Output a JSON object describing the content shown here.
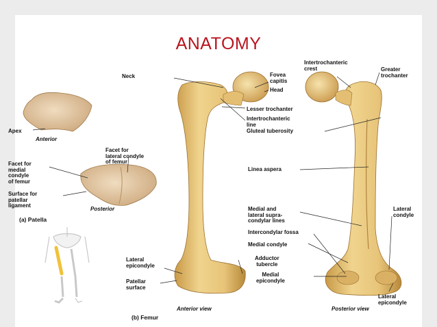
{
  "slide": {
    "title": "ANATOMY"
  },
  "patella": {
    "labels": {
      "apex": "Apex",
      "anterior": "Anterior",
      "facet_lateral_1": "Facet for",
      "facet_lateral_2": "lateral condyle",
      "facet_lateral_3": "of femur",
      "facet_medial_1": "Facet for",
      "facet_medial_2": "medial",
      "facet_medial_3": "condyle",
      "facet_medial_4": "of femur",
      "surface_1": "Surface for",
      "surface_2": "patellar",
      "surface_3": "ligament",
      "posterior": "Posterior",
      "caption": "(a) Patella"
    }
  },
  "femur": {
    "labels": {
      "neck": "Neck",
      "fovea_1": "Fovea",
      "fovea_2": "capitis",
      "head": "Head",
      "intertroch_crest_1": "Intertrochanteric",
      "intertroch_crest_2": "crest",
      "greater_troch_1": "Greater",
      "greater_troch_2": "trochanter",
      "lesser_troch": "Lesser trochanter",
      "intertroch_line_1": "Intertrochanteric",
      "intertroch_line_2": "line",
      "gluteal": "Gluteal tuberosity",
      "linea_aspera": "Linea aspera",
      "supracondylar_1": "Medial and",
      "supracondylar_2": "lateral supra-",
      "supracondylar_3": "condylar lines",
      "lateral_condyle_1": "Lateral",
      "lateral_condyle_2": "condyle",
      "intercondylar": "Intercondylar fossa",
      "medial_condyle": "Medial condyle",
      "adductor_1": "Adductor",
      "adductor_2": "tubercle",
      "lat_epi_left_1": "Lateral",
      "lat_epi_left_2": "epicondyle",
      "medial_epi_1": "Medial",
      "medial_epi_2": "epicondyle",
      "patellar_surface_1": "Patellar",
      "patellar_surface_2": "surface",
      "lat_epi_right_1": "Lateral",
      "lat_epi_right_2": "epicondyle",
      "anterior_view": "Anterior view",
      "posterior_view": "Posterior view",
      "caption": "(b) Femur"
    }
  },
  "colors": {
    "title": "#b8141e",
    "bone": "#e6c37a",
    "bone_shadow": "#b8893a",
    "line": "#222222"
  }
}
